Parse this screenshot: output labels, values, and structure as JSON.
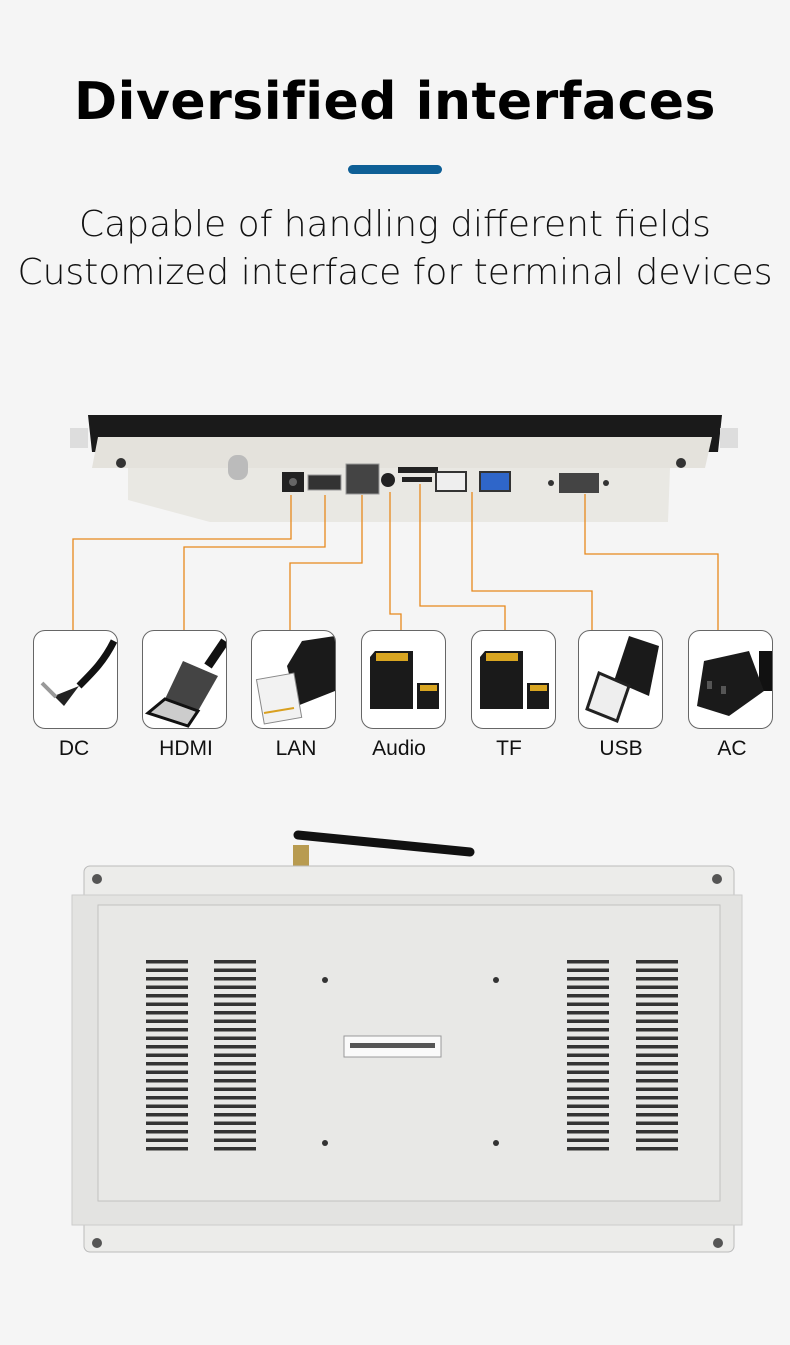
{
  "heading": {
    "title": "Diversified interfaces",
    "subtitle_line1": "Capable of handling different fields",
    "subtitle_line2": "Customized interface for terminal devices"
  },
  "interfaces": [
    {
      "label": "DC",
      "icon": "dc-plug-icon"
    },
    {
      "label": "HDMI",
      "icon": "hdmi-plug-icon"
    },
    {
      "label": "LAN",
      "icon": "rj45-plug-icon"
    },
    {
      "label": "Audio",
      "icon": "sd-card-icon"
    },
    {
      "label": "TF",
      "icon": "sd-card-icon"
    },
    {
      "label": "USB",
      "icon": "usb-plug-icon"
    },
    {
      "label": "AC",
      "icon": "ac-plug-icon"
    }
  ],
  "colors": {
    "accent": "#0e5f96",
    "connector_line": "#e8891c",
    "background": "#f5f5f5"
  }
}
